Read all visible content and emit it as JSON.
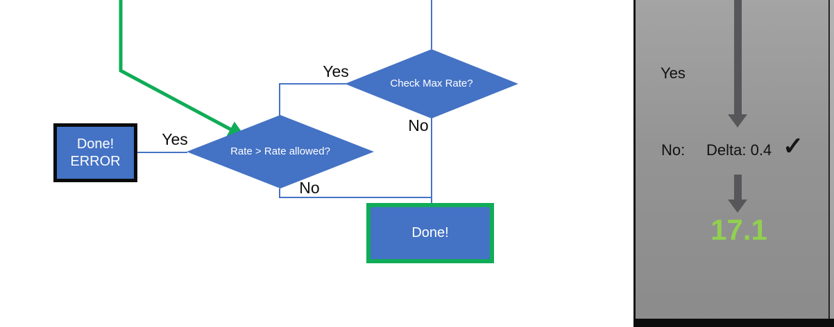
{
  "colors": {
    "shape_blue": "#4472C4",
    "connector_blue": "#4472C4",
    "accent_green": "#10AC57",
    "result_green": "#92D050",
    "panel_gray": "#949494",
    "arrow_gray": "#57575a",
    "border_black": "#0b0b0b"
  },
  "flowchart": {
    "decision_check_max": {
      "label": "Check Max Rate?"
    },
    "decision_rate": {
      "label": "Rate > Rate allowed?"
    },
    "terminal_error": {
      "line1": "Done!",
      "line2": "ERROR"
    },
    "terminal_done": {
      "label": "Done!"
    },
    "edge_labels": {
      "check_max_yes": "Yes",
      "check_max_no": "No",
      "rate_yes": "Yes",
      "rate_no": "No"
    }
  },
  "side_panel": {
    "yes_label": "Yes",
    "no_label": "No:",
    "delta_label": "Delta: 0.4",
    "checkmark": "✓",
    "result_value": "17.1"
  }
}
